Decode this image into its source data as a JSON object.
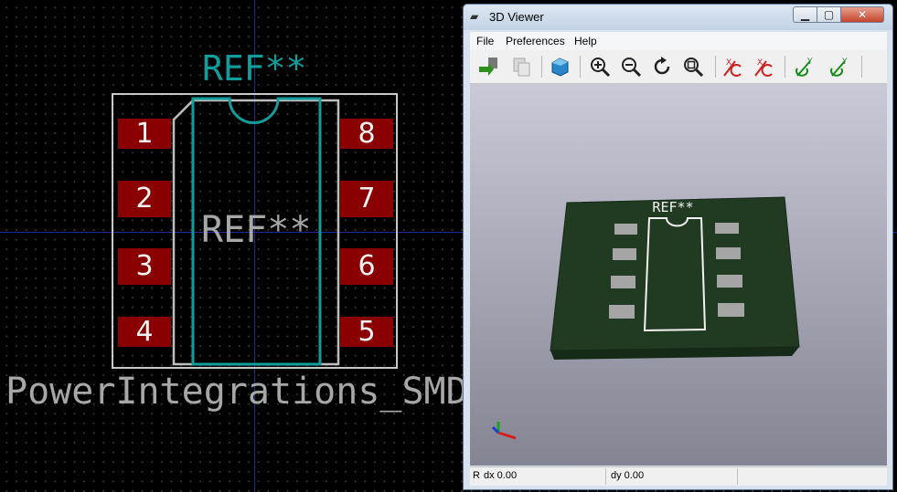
{
  "editor": {
    "ref_top": "REF**",
    "ref_value": "REF**",
    "footprint_name": "PowerIntegrations_SMD-",
    "pads_left": [
      "1",
      "2",
      "3",
      "4"
    ],
    "pads_right": [
      "8",
      "7",
      "6",
      "5"
    ]
  },
  "viewer": {
    "title": "3D Viewer",
    "menu": [
      "File",
      "Preferences",
      "Help"
    ],
    "toolbar_icons": [
      "reload-icon",
      "copy-icon",
      "cube-icon",
      "zoom-in-icon",
      "zoom-out-icon",
      "redraw-icon",
      "zoom-fit-icon",
      "rotate-x-cw-icon",
      "rotate-x-ccw-icon",
      "rotate-y-cw-icon",
      "rotate-y-ccw-icon"
    ],
    "toolbar_labels": {
      "x": "X",
      "y": "Y"
    },
    "board_ref": "REF**",
    "status": {
      "r": "R",
      "dx": "dx 0.00",
      "dy": "dy 0.00"
    }
  },
  "colors": {
    "pad": "#8a0000",
    "fab": "#0f9e9e",
    "silk": "#c9c9c9",
    "board": "#203b22"
  }
}
